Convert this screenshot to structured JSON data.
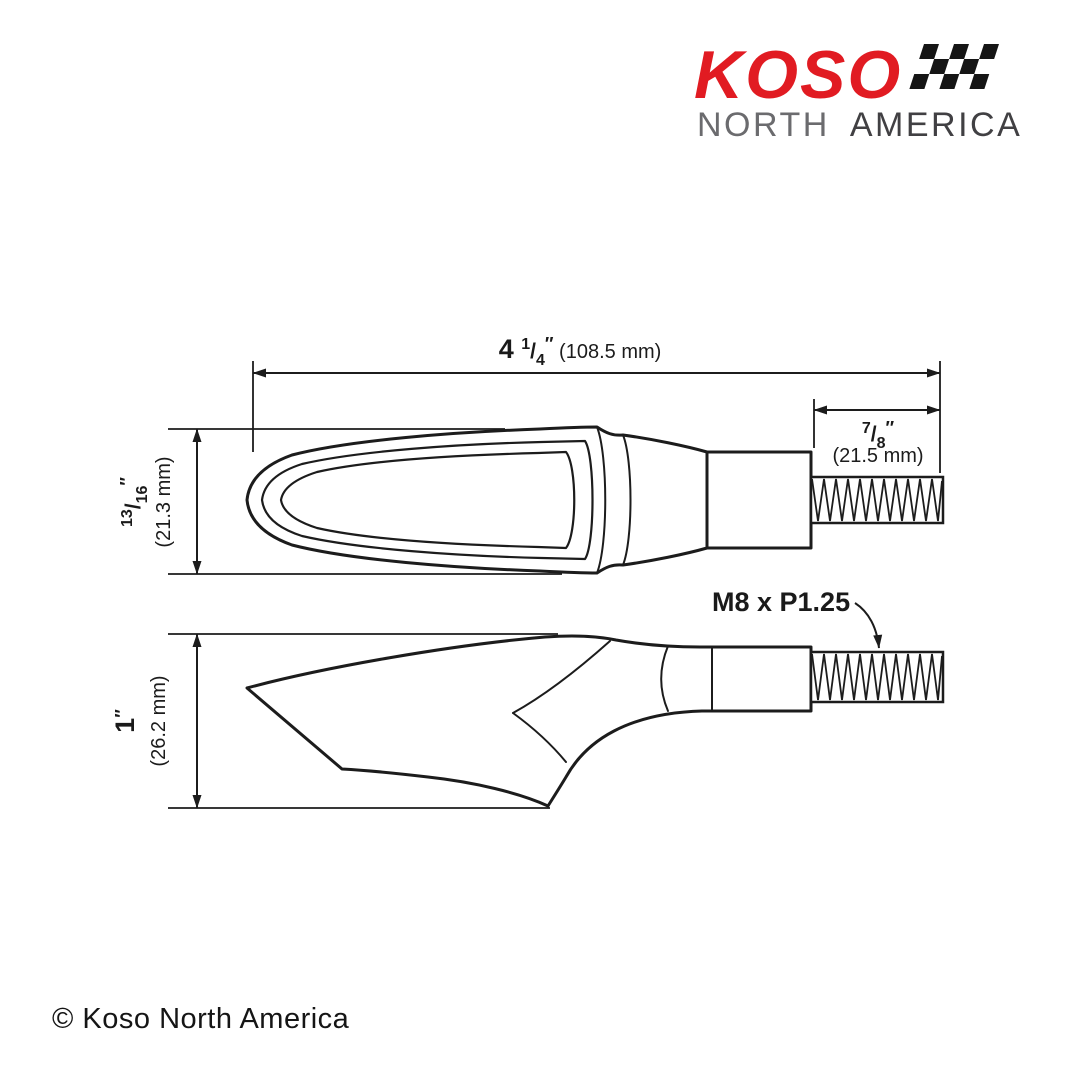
{
  "brand": {
    "logo": "KOSO",
    "logo_color": "#e11b22",
    "word1": "NORTH",
    "word1_color": "#6b6b6e",
    "word2": "AMERICA",
    "word2_color": "#414043"
  },
  "symbols": {
    "slash": "/",
    "inch": "″"
  },
  "dimensions": {
    "overall": {
      "whole": "4 ",
      "num": "1",
      "den": "4",
      "metric": " (108.5 mm)"
    },
    "thread_len": {
      "num": "7",
      "den": "8",
      "metric": "(21.5 mm)"
    },
    "top_height": {
      "num": "13",
      "den": "16",
      "metric": "(21.3 mm)"
    },
    "side_height": {
      "value": "1",
      "metric": "(26.2 mm)"
    },
    "thread_spec": "M8 x P1.25"
  },
  "footer": {
    "copyright": "© Koso North America"
  }
}
